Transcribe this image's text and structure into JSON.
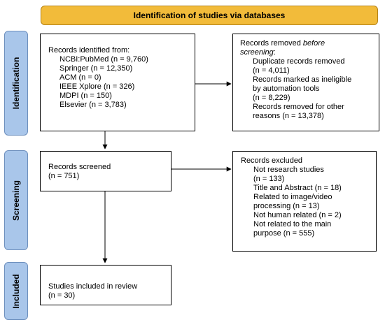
{
  "header": {
    "title": "Identification of studies via databases",
    "color": "#f2bb3a"
  },
  "phases": {
    "identification": "Identification",
    "screening": "Screening",
    "included": "Included",
    "color": "#a9c6ea"
  },
  "identified": {
    "heading": "Records identified from:",
    "sources": [
      "NCBI:PubMed (n = 9,760)",
      "Springer (n = 12,350)",
      "ACM (n = 0)",
      "IEEE Xplore (n = 326)",
      "MDPI (n = 150)",
      "Elsevier (n = 3,783)"
    ]
  },
  "removed": {
    "heading_prefix": "Records removed ",
    "heading_italic": "before screening",
    "heading_suffix": ":",
    "items": [
      "Duplicate records removed",
      "(n = 4,011)",
      "Records marked as ineligible",
      "by automation tools",
      "(n = 8,229)",
      "Records removed for other",
      "reasons (n = 13,378)"
    ]
  },
  "screened": {
    "label": "Records screened",
    "count": "(n = 751)"
  },
  "excluded": {
    "heading": "Records excluded",
    "items": [
      "Not research studies",
      "(n = 133)",
      "Title and Abstract (n = 18)",
      "Related to image/video",
      "processing (n = 13)",
      "Not human related (n = 2)",
      "Not related to the main",
      "purpose (n = 555)"
    ]
  },
  "included": {
    "label": "Studies included in review",
    "count": "(n = 30)"
  }
}
